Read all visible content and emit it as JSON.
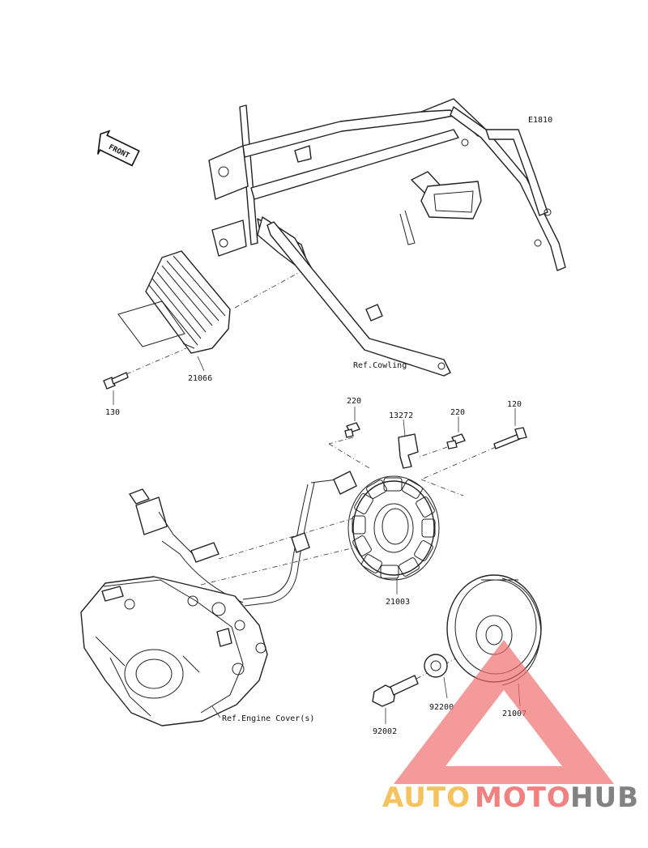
{
  "diagram_code": "E1810",
  "front_label": "FRONT",
  "parts": {
    "regulator": "21066",
    "regulator_bolt": "130",
    "bolt_220_a": "220",
    "bracket": "13272",
    "bolt_220_b": "220",
    "bolt_120": "120",
    "stator": "21003",
    "washer": "92200",
    "flywheel_bolt": "92002",
    "rotor": "21007"
  },
  "references": {
    "cowling": "Ref.Cowling",
    "engine_cover": "Ref.Engine Cover(s)"
  },
  "watermark": {
    "part1": "AUTO",
    "part2": "MOTO",
    "part3": "HUB",
    "colors": {
      "orange": "#f4b942",
      "red": "#ef6b6b",
      "gray": "#6d6d6d"
    }
  }
}
